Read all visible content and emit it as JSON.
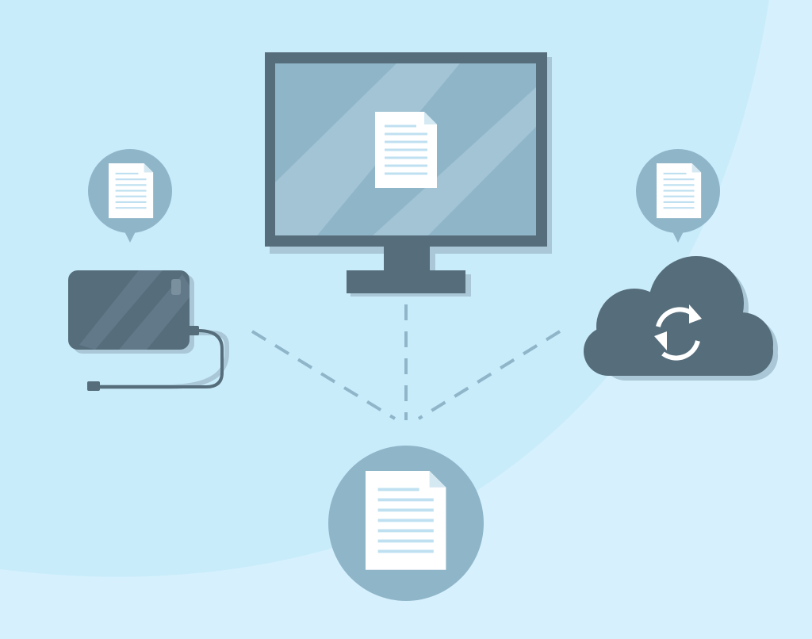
{
  "colors": {
    "background_light": "#d6f1fd",
    "background_main": "#c9ecfb",
    "device_dark": "#566d7b",
    "device_shadow": "#a9c7d6",
    "screen": "#8fb5c8",
    "screen_highlight": "#a2c4d4",
    "bubble": "#8fb5c8",
    "paper": "#ffffff",
    "paper_lines": "#bfe0f1",
    "paper_fold": "#d5e9f3",
    "connector": "#8fb5c8",
    "sync_arrows": "#ffffff"
  },
  "nodes": [
    {
      "id": "computer",
      "icon": "desktop-monitor-icon",
      "content_icon": "document-icon"
    },
    {
      "id": "external-drive",
      "icon": "external-hard-drive-icon",
      "bubble_icon": "document-icon"
    },
    {
      "id": "cloud",
      "icon": "cloud-sync-icon",
      "bubble_icon": "document-icon"
    },
    {
      "id": "file",
      "icon": "document-icon",
      "role": "center-file"
    }
  ],
  "connections": [
    {
      "from": "computer",
      "to": "file",
      "style": "dashed"
    },
    {
      "from": "external-drive",
      "to": "file",
      "style": "dashed"
    },
    {
      "from": "cloud",
      "to": "file",
      "style": "dashed"
    }
  ]
}
